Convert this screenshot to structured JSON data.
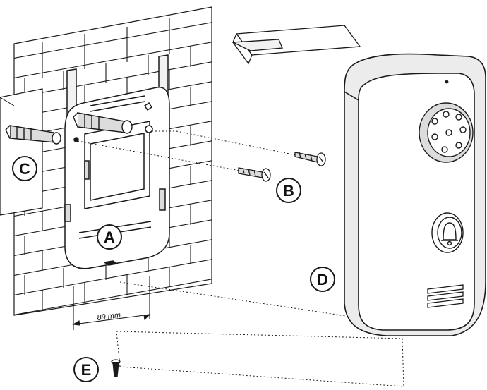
{
  "callouts": {
    "a": "A",
    "b": "B",
    "c": "C",
    "d": "D",
    "e": "E"
  },
  "dimension": {
    "label": "89 mm"
  },
  "colors": {
    "line": "#1a1a1a",
    "fill_light": "#f2f2f2",
    "fill_mid": "#dcdcdc",
    "background": "#ffffff"
  },
  "icons": {
    "doorbell_button": "bell-icon",
    "camera": "camera-lens-icon"
  }
}
